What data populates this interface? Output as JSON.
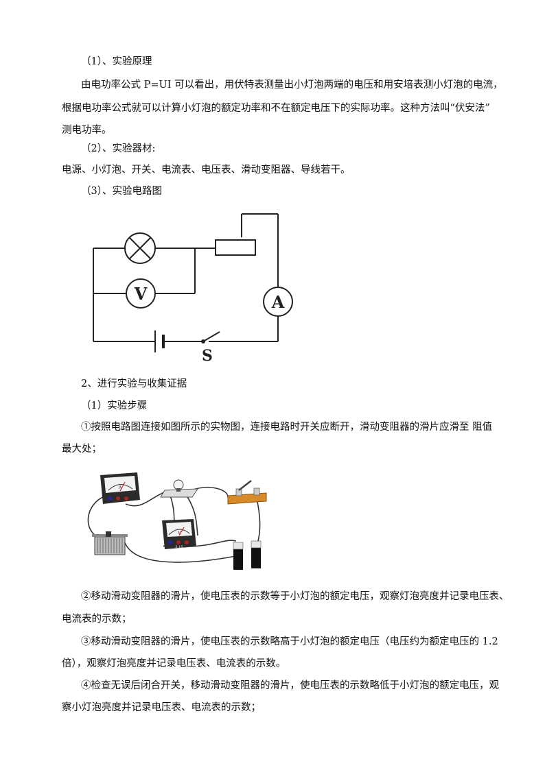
{
  "paragraphs": {
    "p1": "（1）、实验原理",
    "p2a": "由电功率公式 P=UI 可以看出，用伏特表测量出小灯泡两端的电压和用安培表测小灯泡的电流，",
    "p2b": "根据电功率公式就可以计算小灯泡的额定功率和不在额定电压下的实际功率。这种方法叫“伏安法”",
    "p2c": "测电功率。",
    "p3": "（2）、实验器材:",
    "p4": "电源、小灯泡、开关、电流表、电压表、滑动变阻器、导线若干。",
    "p5": "（3）、实验电路图",
    "p6": "2、进行实验与收集证据",
    "p7": "（1）实验步骤",
    "p8a": "①按照电路图连接如图所示的实物图，连接电路时开关应断开，滑动变阻器的滑片应滑至 阻值",
    "p8b": "最大处；",
    "p9a": "②移动滑动变阻器的滑片，使电压表的示数等于小灯泡的额定电压，观察灯泡亮度并记录电压表、",
    "p9b": "电流表的示数；",
    "p10a": "③移动滑动变阻器的滑片，使电压表的示数略高于小灯泡的额定电压（电压约为额定电压的 1.2",
    "p10b": "倍），观察灯泡亮度并记录电压表、电流表的示数。",
    "p11a": "④检查无误后闭合开关，移动滑动变阻器的滑片，使电压表的示数略低于小灯泡的额定电压，观",
    "p11b": "察小灯泡亮度并记录电压表、电流表的示数；"
  },
  "circuit": {
    "voltmeter_label": "V",
    "ammeter_label": "A",
    "switch_label": "S"
  },
  "photo": {
    "ammeter_scale": "A",
    "voltmeter_scale": "V",
    "voltmeter_terminals": "3 15"
  }
}
